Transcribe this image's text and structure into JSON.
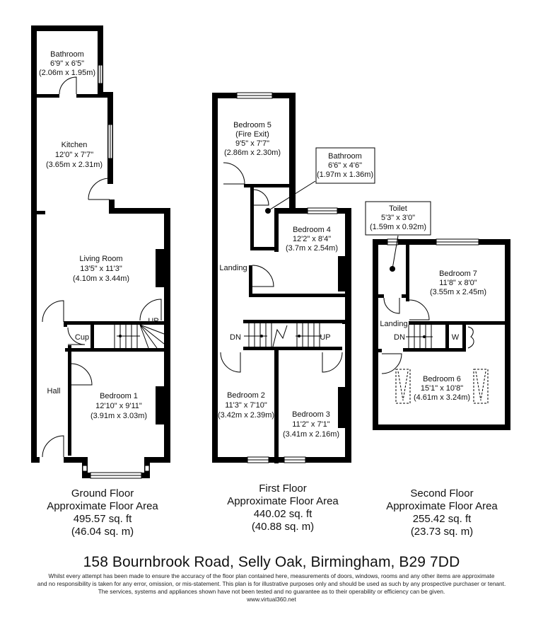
{
  "ground_floor": {
    "rooms": [
      {
        "name": "Bathroom",
        "imperial": "6'9\" x 6'5\"",
        "metric": "(2.06m x 1.95m)"
      },
      {
        "name": "Kitchen",
        "imperial": "12'0\" x 7'7\"",
        "metric": "(3.65m x 2.31m)"
      },
      {
        "name": "Living Room",
        "imperial": "13'5\" x 11'3\"",
        "metric": "(4.10m x 3.44m)"
      },
      {
        "name": "Bedroom 1",
        "imperial": "12'10\" x 9'11\"",
        "metric": "(3.91m x 3.03m)"
      }
    ],
    "labels": {
      "cup": "Cup",
      "hall": "Hall",
      "up": "UP"
    },
    "caption": {
      "title": "Ground Floor",
      "subtitle": "Approximate Floor Area",
      "sqft": "495.57 sq. ft",
      "sqm": "(46.04 sq. m)"
    }
  },
  "first_floor": {
    "rooms": [
      {
        "name": "Bedroom 5",
        "note": "(Fire Exit)",
        "imperial": "9'5\" x 7'7\"",
        "metric": "(2.86m x 2.30m)"
      },
      {
        "name": "Bathroom",
        "imperial": "6'6\" x 4'6\"",
        "metric": "(1.97m x 1.36m)"
      },
      {
        "name": "Bedroom 4",
        "imperial": "12'2\" x 8'4\"",
        "metric": "(3.7m x 2.54m)"
      },
      {
        "name": "Bedroom 2",
        "imperial": "11'3\" x 7'10\"",
        "metric": "(3.42m x 2.39m)"
      },
      {
        "name": "Bedroom 3",
        "imperial": "11'2\" x 7'1\"",
        "metric": "(3.41m x 2.16m)"
      }
    ],
    "labels": {
      "landing": "Landing",
      "dn": "DN",
      "up": "UP"
    },
    "caption": {
      "title": "First Floor",
      "subtitle": "Approximate Floor Area",
      "sqft": "440.02 sq. ft",
      "sqm": "(40.88 sq. m)"
    }
  },
  "second_floor": {
    "rooms": [
      {
        "name": "Toilet",
        "imperial": "5'3\" x 3'0\"",
        "metric": "(1.59m x 0.92m)"
      },
      {
        "name": "Bedroom 7",
        "imperial": "11'8\" x 8'0\"",
        "metric": "(3.55m x 2.45m)"
      },
      {
        "name": "Bedroom 6",
        "imperial": "15'1\" x 10'8\"",
        "metric": "(4.61m x 3.24m)"
      }
    ],
    "labels": {
      "landing": "Landing",
      "dn": "DN",
      "w": "W"
    },
    "caption": {
      "title": "Second Floor",
      "subtitle": "Approximate Floor Area",
      "sqft": "255.42 sq. ft",
      "sqm": "(23.73 sq. m)"
    }
  },
  "footer": {
    "address": "158 Bournbrook Road, Selly Oak, Birmingham, B29 7DD",
    "disclaimer": [
      "Whilst every attempt has been made to ensure the accuracy of the floor plan contained here, measurements of doors, windows, rooms and any other items are approximate",
      "and no responsibility is taken for any error, omission, or mis-statement. This plan is for illustrative purposes only and should be used as such by any prospective purchaser or tenant.",
      "The services, systems and appliances shown have not been tested and no guarantee as to their operability or efficiency can be given."
    ],
    "website": "www.virtual360.net"
  }
}
